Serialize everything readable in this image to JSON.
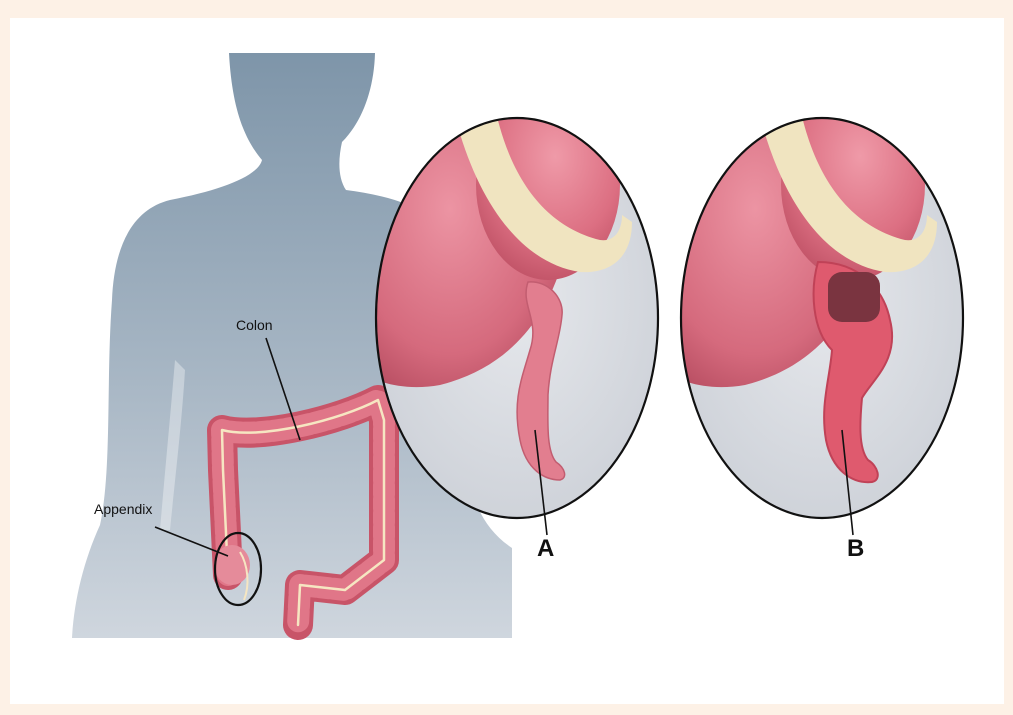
{
  "labels": {
    "colon": "Colon",
    "appendix": "Appendix",
    "panel_a": "A",
    "panel_b": "B"
  },
  "colors": {
    "page_background": "#fdf1e6",
    "body_silhouette": "#8fa4b6",
    "colon": "#d8687a",
    "colon_highlight": "#f6e6c2",
    "cecum": "#dc7a8a",
    "fat_band": "#f0e4c0",
    "healthy_appendix": "#e27e8f",
    "inflamed_appendix": "#df5a6e",
    "perforation": "#7a3440",
    "lens_background": "#dde0e6",
    "outline": "#111111"
  },
  "panels": [
    {
      "label": "A",
      "state": "healthy appendix"
    },
    {
      "label": "B",
      "state": "inflamed, perforated appendix"
    }
  ]
}
